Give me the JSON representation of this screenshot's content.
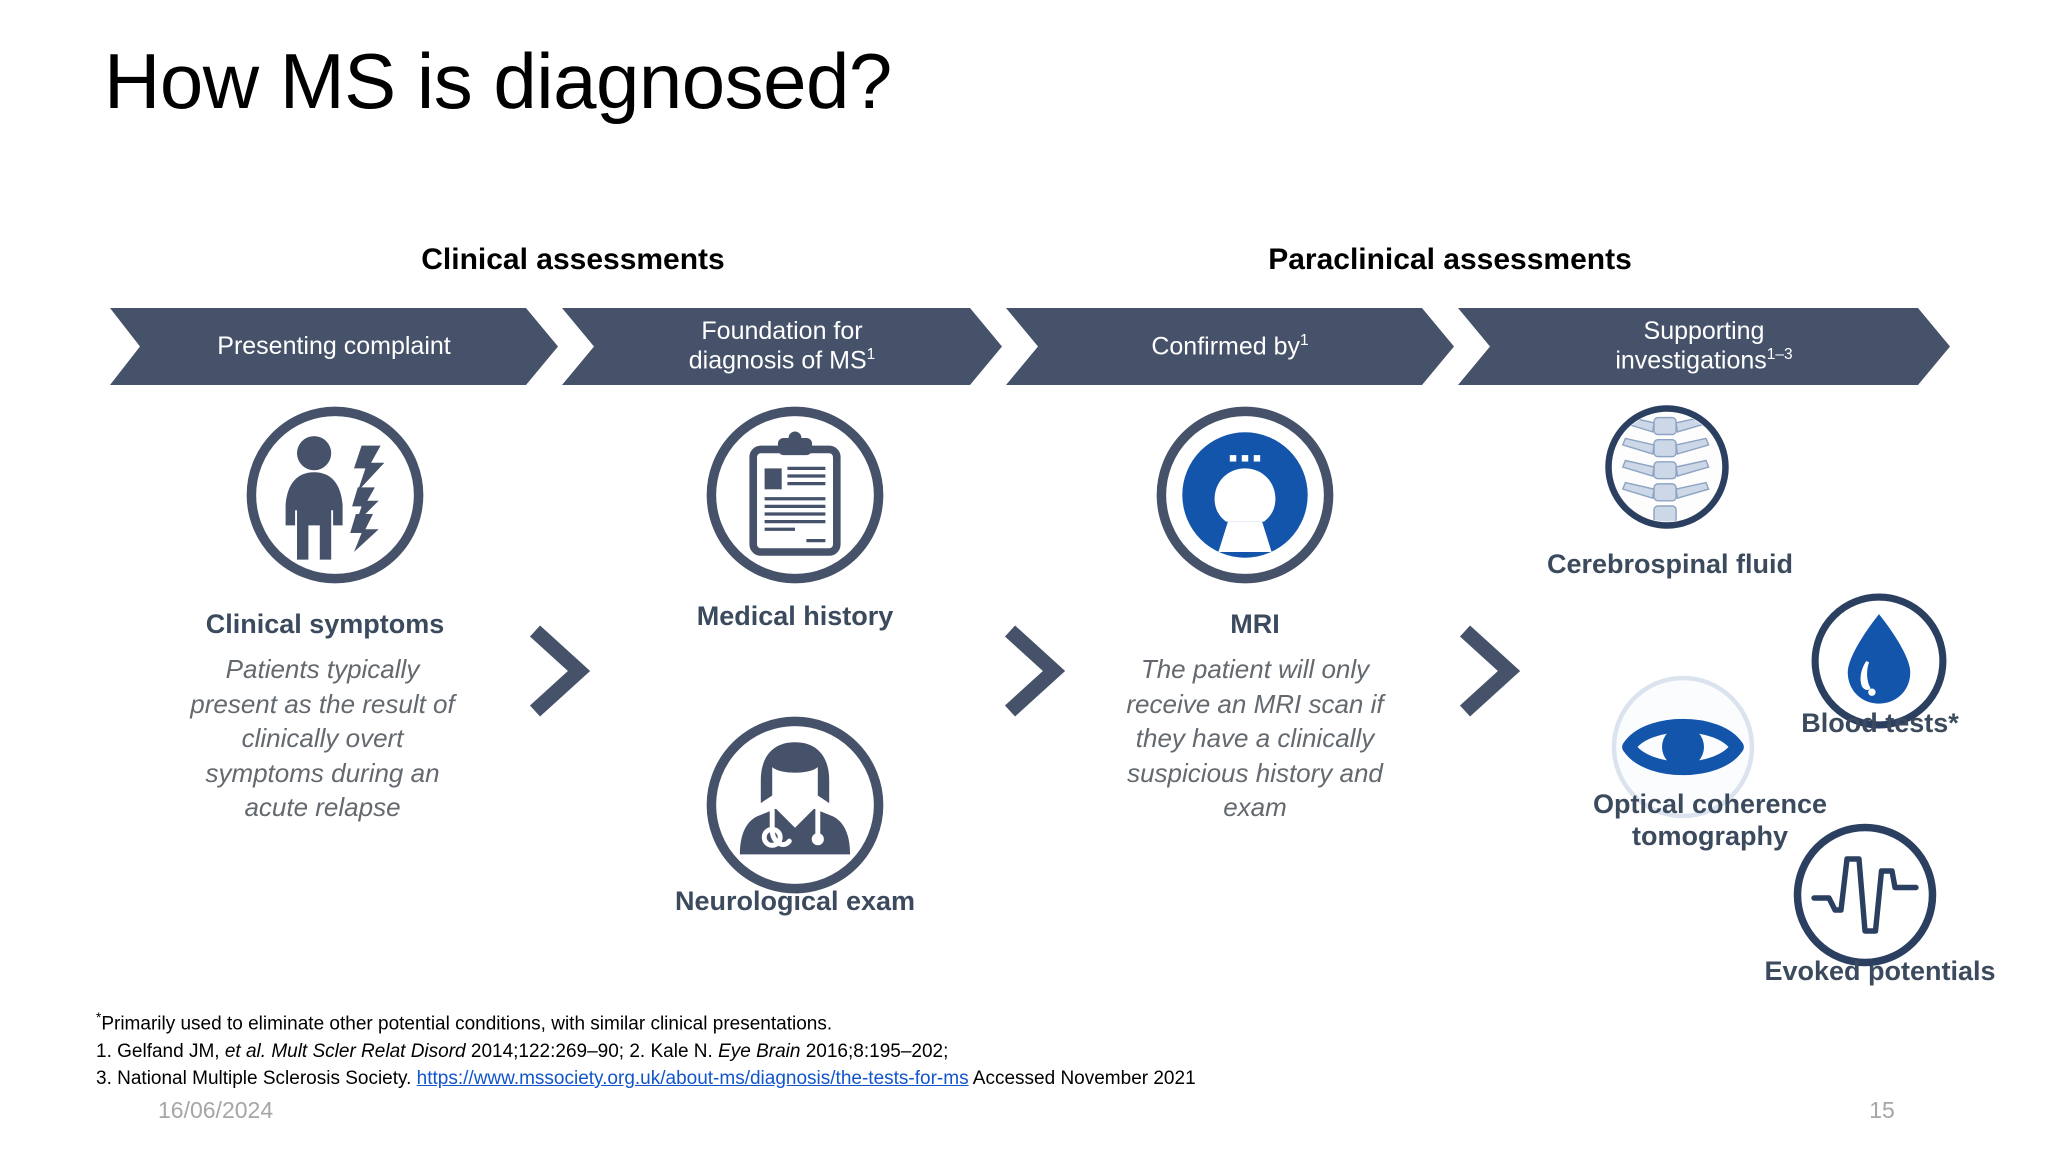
{
  "slide": {
    "title": "How MS is diagnosed?",
    "date": "16/06/2024",
    "number": "15",
    "accent_navy": "#465269",
    "accent_blue": "#1355ab",
    "body_gray": "#63696e",
    "link_blue": "#1155cc"
  },
  "sections": [
    {
      "label": "Clinical assessments"
    },
    {
      "label": "Paraclinical assessments"
    }
  ],
  "banner": [
    {
      "line1": "Presenting complaint",
      "line2": "",
      "sup": ""
    },
    {
      "line1": "Foundation for",
      "line2": "diagnosis of MS",
      "sup": "1"
    },
    {
      "line1": "Confirmed by",
      "line2": "",
      "sup": "1"
    },
    {
      "line1": "Supporting",
      "line2": "investigations",
      "sup": "1–3"
    }
  ],
  "columns": {
    "clinical_symptoms": {
      "title": "Clinical symptoms",
      "body": "Patients typically present as the result of clinically overt symptoms during an acute relapse",
      "icon": "female-patient-symptoms-icon"
    },
    "medical_history": {
      "title": "Medical history",
      "icon": "clipboard-icon"
    },
    "neurological_exam": {
      "title": "Neurological exam",
      "icon": "doctor-stethoscope-icon"
    },
    "mri": {
      "title": "MRI",
      "body": "The patient will only receive an MRI scan if they have a clinically suspicious history and exam",
      "icon": "mri-scanner-icon"
    },
    "cerebrospinal_fluid": {
      "title": "Cerebrospinal fluid",
      "icon": "spine-icon"
    },
    "optical_coherence_tomography": {
      "title": "Optical coherence tomography",
      "icon": "eye-icon"
    },
    "blood_tests": {
      "title": "Blood tests*",
      "icon": "blood-drop-icon"
    },
    "evoked_potentials": {
      "title": "Evoked potentials",
      "icon": "waveform-icon"
    }
  },
  "footnotes": {
    "line1_marker": "*",
    "line1": "Primarily used to eliminate other potential conditions, with similar clinical presentations.",
    "ref1_prefix": "1. Gelfand JM, ",
    "ref1_italic": "et al. Mult Scler Relat Disord",
    "ref1_suffix": " 2014;122:269–90; ",
    "ref2_prefix": "2. Kale N. ",
    "ref2_italic": "Eye Brain",
    "ref2_suffix": " 2016;8:195–202;",
    "ref3_prefix": "3. National Multiple Sclerosis Society. ",
    "ref3_link": "https://www.mssociety.org.uk/about-ms/diagnosis/the-tests-for-ms",
    "ref3_suffix": " Accessed November 2021"
  }
}
